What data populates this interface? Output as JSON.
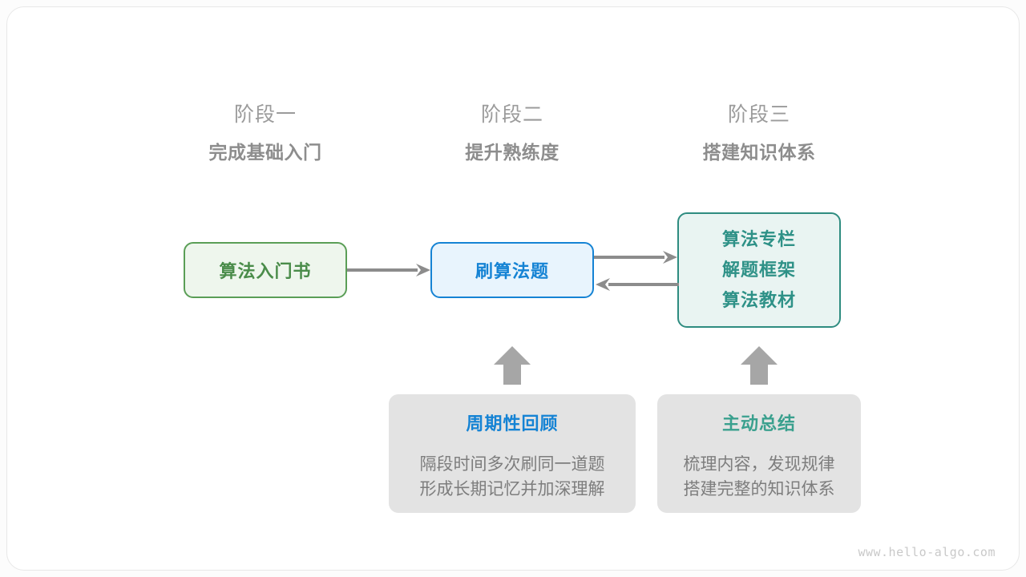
{
  "colors": {
    "page_bg": "#fcfcfc",
    "card_bg": "#ffffff",
    "card_border": "#e8e8e8",
    "stage_num": "#9b9b9b",
    "stage_title": "#8d8d8d",
    "green": "#4a8c4a",
    "green_border": "#5a9e56",
    "green_fill": "#eef6ed",
    "blue": "#1583d4",
    "blue_border": "#1583d4",
    "blue_fill": "#e8f4fd",
    "teal": "#2e9187",
    "teal_border": "#2e8c80",
    "teal_fill": "#e9f4f2",
    "note_fill": "#e3e3e3",
    "note_body": "#7d7d7d",
    "arrow": "#8c8c8c",
    "watermark": "#c9c9c9"
  },
  "stages": [
    {
      "number": "阶段一",
      "title": "完成基础入门"
    },
    {
      "number": "阶段二",
      "title": "提升熟练度"
    },
    {
      "number": "阶段三",
      "title": "搭建知识体系"
    }
  ],
  "nodes": {
    "book": {
      "label": "算法入门书"
    },
    "practice": {
      "label": "刷算法题"
    },
    "resources": {
      "lines": [
        "算法专栏",
        "解题框架",
        "算法教材"
      ]
    }
  },
  "notes": [
    {
      "title": "周期性回顾",
      "body_lines": [
        "隔段时间多次刷同一道题",
        "形成长期记忆并加深理解"
      ]
    },
    {
      "title": "主动总结",
      "body_lines": [
        "梳理内容，发现规律",
        "搭建完整的知识体系"
      ]
    }
  ],
  "arrows": {
    "book_to_practice": "arrow-right-icon",
    "practice_to_resources": "arrow-right-icon",
    "resources_to_practice": "arrow-left-icon",
    "note1_to_practice": "arrow-up-icon",
    "note2_to_resources": "arrow-up-icon"
  },
  "watermark": {
    "text": "www.hello-algo.com"
  }
}
